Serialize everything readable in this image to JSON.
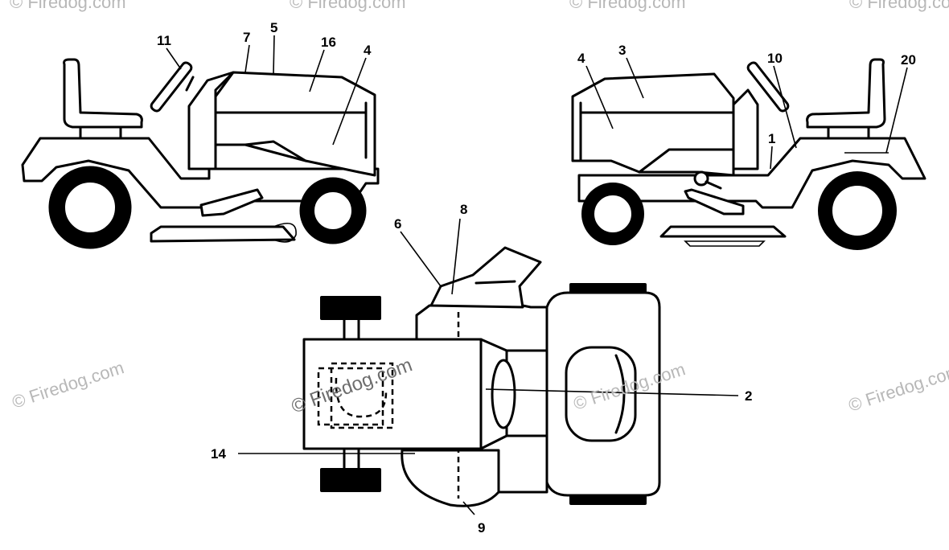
{
  "diagram": {
    "callouts": [
      "11",
      "7",
      "5",
      "16",
      "4",
      "4",
      "3",
      "10",
      "20",
      "1",
      "8",
      "6",
      "2",
      "14",
      "9"
    ],
    "watermark": "© Firedog.com"
  }
}
